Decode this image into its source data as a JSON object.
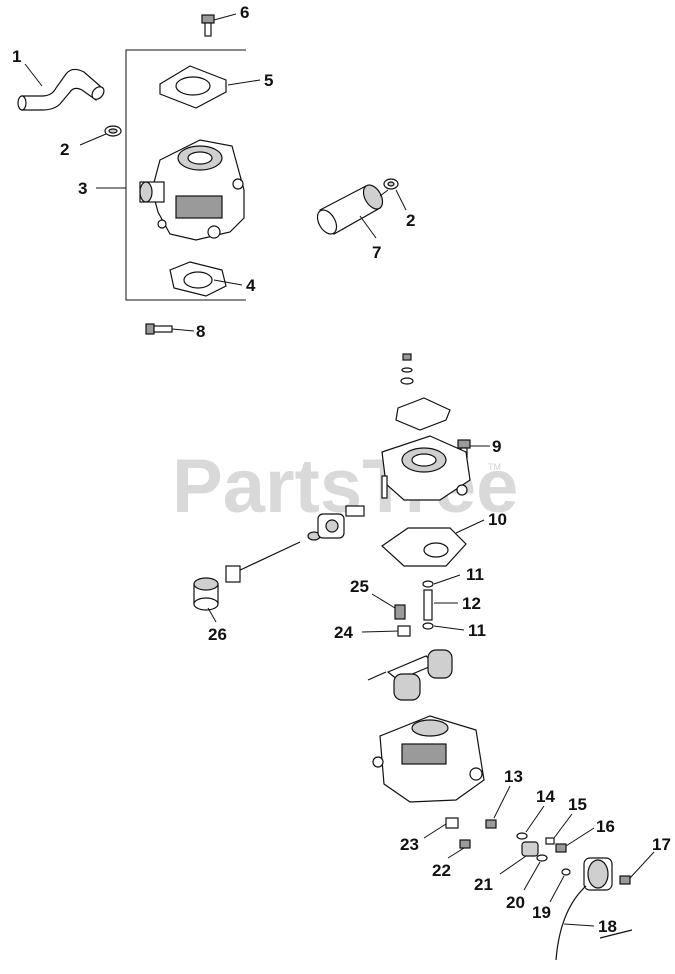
{
  "watermark": {
    "text": "PartsTree",
    "trademark": "TM"
  },
  "callouts": [
    {
      "id": "c1",
      "label": "1"
    },
    {
      "id": "c2a",
      "label": "2"
    },
    {
      "id": "c2b",
      "label": "2"
    },
    {
      "id": "c3",
      "label": "3"
    },
    {
      "id": "c4",
      "label": "4"
    },
    {
      "id": "c5",
      "label": "5"
    },
    {
      "id": "c6",
      "label": "6"
    },
    {
      "id": "c7",
      "label": "7"
    },
    {
      "id": "c8",
      "label": "8"
    },
    {
      "id": "c9",
      "label": "9"
    },
    {
      "id": "c10",
      "label": "10"
    },
    {
      "id": "c11a",
      "label": "11"
    },
    {
      "id": "c11b",
      "label": "11"
    },
    {
      "id": "c12",
      "label": "12"
    },
    {
      "id": "c13",
      "label": "13"
    },
    {
      "id": "c14",
      "label": "14"
    },
    {
      "id": "c15",
      "label": "15"
    },
    {
      "id": "c16",
      "label": "16"
    },
    {
      "id": "c17",
      "label": "17"
    },
    {
      "id": "c18",
      "label": "18"
    },
    {
      "id": "c19",
      "label": "19"
    },
    {
      "id": "c20",
      "label": "20"
    },
    {
      "id": "c21",
      "label": "21"
    },
    {
      "id": "c22",
      "label": "22"
    },
    {
      "id": "c23",
      "label": "23"
    },
    {
      "id": "c24",
      "label": "24"
    },
    {
      "id": "c25",
      "label": "25"
    },
    {
      "id": "c26",
      "label": "26"
    }
  ]
}
